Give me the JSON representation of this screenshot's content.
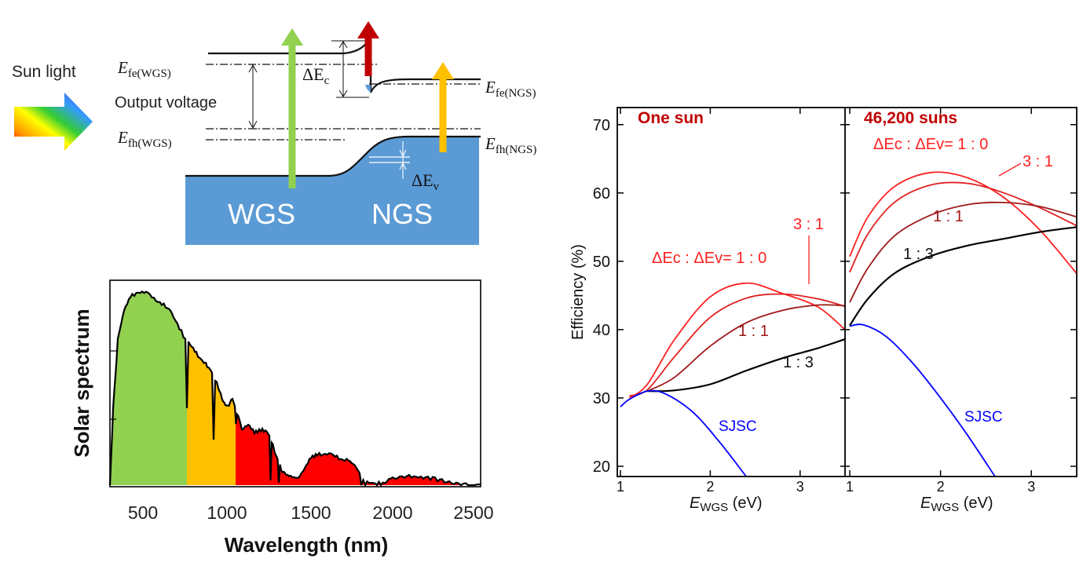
{
  "band_diagram": {
    "sun_label": "Sun light",
    "output_voltage_label": "Output voltage",
    "wgs_label": "WGS",
    "ngs_label": "NGS",
    "levels": {
      "efe_wgs": {
        "main": "E",
        "sub": "fe(WGS)"
      },
      "efh_wgs": {
        "main": "E",
        "sub": "fh(WGS)"
      },
      "efe_ngs": {
        "main": "E",
        "sub": "fe(NGS)"
      },
      "efh_ngs": {
        "main": "E",
        "sub": "fh(NGS)"
      }
    },
    "delta_ec": {
      "main": "ΔE",
      "sub": "c"
    },
    "delta_ev": {
      "main": "ΔE",
      "sub": "v"
    },
    "colors": {
      "semiconductor": "#5b9bd5",
      "green_arrow": "#92d050",
      "red_arrow": "#c00000",
      "orange_arrow": "#ffc000"
    }
  },
  "spectrum_chart": {
    "ylabel": "Solar spectrum",
    "xlabel": "Wavelength (nm)",
    "xticks": [
      "500",
      "1000",
      "1500",
      "2000",
      "2500"
    ],
    "colors": {
      "green": "#92d050",
      "orange": "#ffc000",
      "red": "#ff0000"
    }
  },
  "chart_data": [
    {
      "type": "line",
      "panel_title": "One sun",
      "xlabel_main": "E",
      "xlabel_sub": "WGS",
      "xlabel_unit": " (eV)",
      "ylabel": "Efficiency (%)",
      "xlim": [
        1.0,
        3.5
      ],
      "ylim": [
        18.5,
        72.5
      ],
      "xticks": [
        "1",
        "2",
        "3"
      ],
      "yticks": [
        "20",
        "30",
        "40",
        "50",
        "60",
        "70"
      ],
      "series": [
        {
          "name": "ΔEc : ΔEv= 1 : 0",
          "color": "#ff2020",
          "x": [
            1.1,
            1.3,
            1.6,
            2.0,
            2.4,
            2.8,
            3.2,
            3.5
          ],
          "y": [
            30.0,
            32.0,
            38.5,
            44.8,
            46.8,
            45.3,
            43.3,
            40.0
          ]
        },
        {
          "name": "3 : 1",
          "color": "#e02020",
          "x": [
            1.1,
            1.3,
            1.6,
            2.0,
            2.4,
            2.8,
            3.2,
            3.5
          ],
          "y": [
            30.3,
            31.2,
            36.0,
            41.8,
            44.6,
            45.2,
            44.5,
            43.4
          ]
        },
        {
          "name": "1 : 1",
          "color": "#a01818",
          "x": [
            1.3,
            1.6,
            2.0,
            2.4,
            2.8,
            3.2,
            3.5
          ],
          "y": [
            31.0,
            33.0,
            37.6,
            41.0,
            42.8,
            43.6,
            43.5
          ]
        },
        {
          "name": "1 : 3",
          "color": "#000000",
          "x": [
            1.3,
            1.6,
            2.0,
            2.4,
            2.8,
            3.2,
            3.5
          ],
          "y": [
            31.0,
            31.1,
            32.0,
            34.0,
            35.8,
            37.3,
            38.6
          ]
        },
        {
          "name": "SJSC",
          "color": "#0000ff",
          "x": [
            1.0,
            1.1,
            1.3,
            1.5,
            1.8,
            2.1,
            2.4
          ],
          "y": [
            28.7,
            29.8,
            31.0,
            30.6,
            28.0,
            23.6,
            18.5
          ]
        }
      ]
    },
    {
      "type": "line",
      "panel_title": "46,200 suns",
      "xlabel_main": "E",
      "xlabel_sub": "WGS",
      "xlabel_unit": " (eV)",
      "xlim": [
        1.0,
        3.5
      ],
      "ylim": [
        18.5,
        72.5
      ],
      "xticks": [
        "1",
        "2",
        "3"
      ],
      "series": [
        {
          "name": "ΔEc : ΔEv= 1 : 0",
          "color": "#ff2020",
          "x": [
            1.0,
            1.2,
            1.5,
            1.9,
            2.3,
            2.7,
            3.1,
            3.5
          ],
          "y": [
            50.7,
            56.5,
            61.0,
            63.0,
            62.2,
            59.3,
            54.5,
            48.2
          ]
        },
        {
          "name": "3 : 1",
          "color": "#e02020",
          "x": [
            1.0,
            1.2,
            1.5,
            1.9,
            2.3,
            2.7,
            3.1,
            3.5
          ],
          "y": [
            48.4,
            54.0,
            58.7,
            61.2,
            61.4,
            60.0,
            57.8,
            55.2
          ]
        },
        {
          "name": "1 : 1",
          "color": "#a01818",
          "x": [
            1.0,
            1.2,
            1.5,
            1.9,
            2.3,
            2.7,
            3.1,
            3.5
          ],
          "y": [
            44.0,
            49.0,
            53.8,
            56.8,
            58.3,
            58.6,
            58.0,
            56.5
          ]
        },
        {
          "name": "1 : 3",
          "color": "#000000",
          "x": [
            1.0,
            1.2,
            1.5,
            1.9,
            2.3,
            2.7,
            3.1,
            3.5
          ],
          "y": [
            40.6,
            44.5,
            48.3,
            50.8,
            52.3,
            53.3,
            54.3,
            55.0
          ]
        },
        {
          "name": "SJSC",
          "color": "#0000ff",
          "x": [
            1.0,
            1.15,
            1.4,
            1.7,
            2.0,
            2.3,
            2.6
          ],
          "y": [
            40.5,
            40.7,
            39.0,
            35.0,
            30.0,
            24.5,
            18.5
          ]
        }
      ]
    }
  ],
  "annotations": {
    "one_sun": {
      "ratio_10": "ΔEc : ΔEv= 1 : 0",
      "ratio_31": "3 : 1",
      "ratio_11": "1 : 1",
      "ratio_13": "1 : 3",
      "sjsc": "SJSC"
    },
    "many_suns": {
      "ratio_10": "ΔEc : ΔEv= 1 : 0",
      "ratio_31": "3 : 1",
      "ratio_11": "1 : 1",
      "ratio_13": "1 : 3",
      "sjsc": "SJSC"
    }
  }
}
